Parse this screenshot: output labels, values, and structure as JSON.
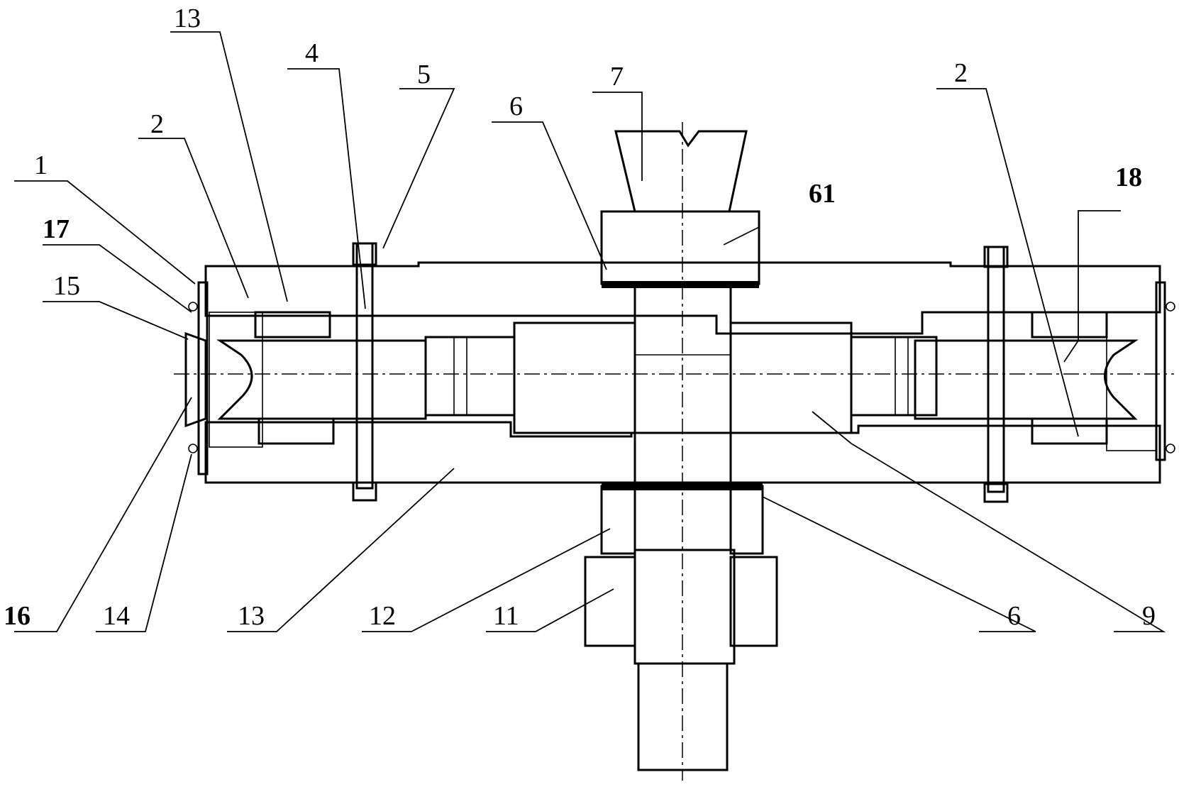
{
  "labels": {
    "l1": "1",
    "l2_left": "2",
    "l2_right": "2",
    "l4": "4",
    "l5": "5",
    "l6_top": "6",
    "l6_bottom": "6",
    "l7": "7",
    "l9": "9",
    "l11": "11",
    "l12": "12",
    "l13_top": "13",
    "l13_bottom": "13",
    "l14": "14",
    "l15": "15",
    "l16": "16",
    "l17": "17",
    "l18": "18",
    "l61": "61"
  },
  "colors": {
    "line": "#000000",
    "background": "#ffffff"
  }
}
